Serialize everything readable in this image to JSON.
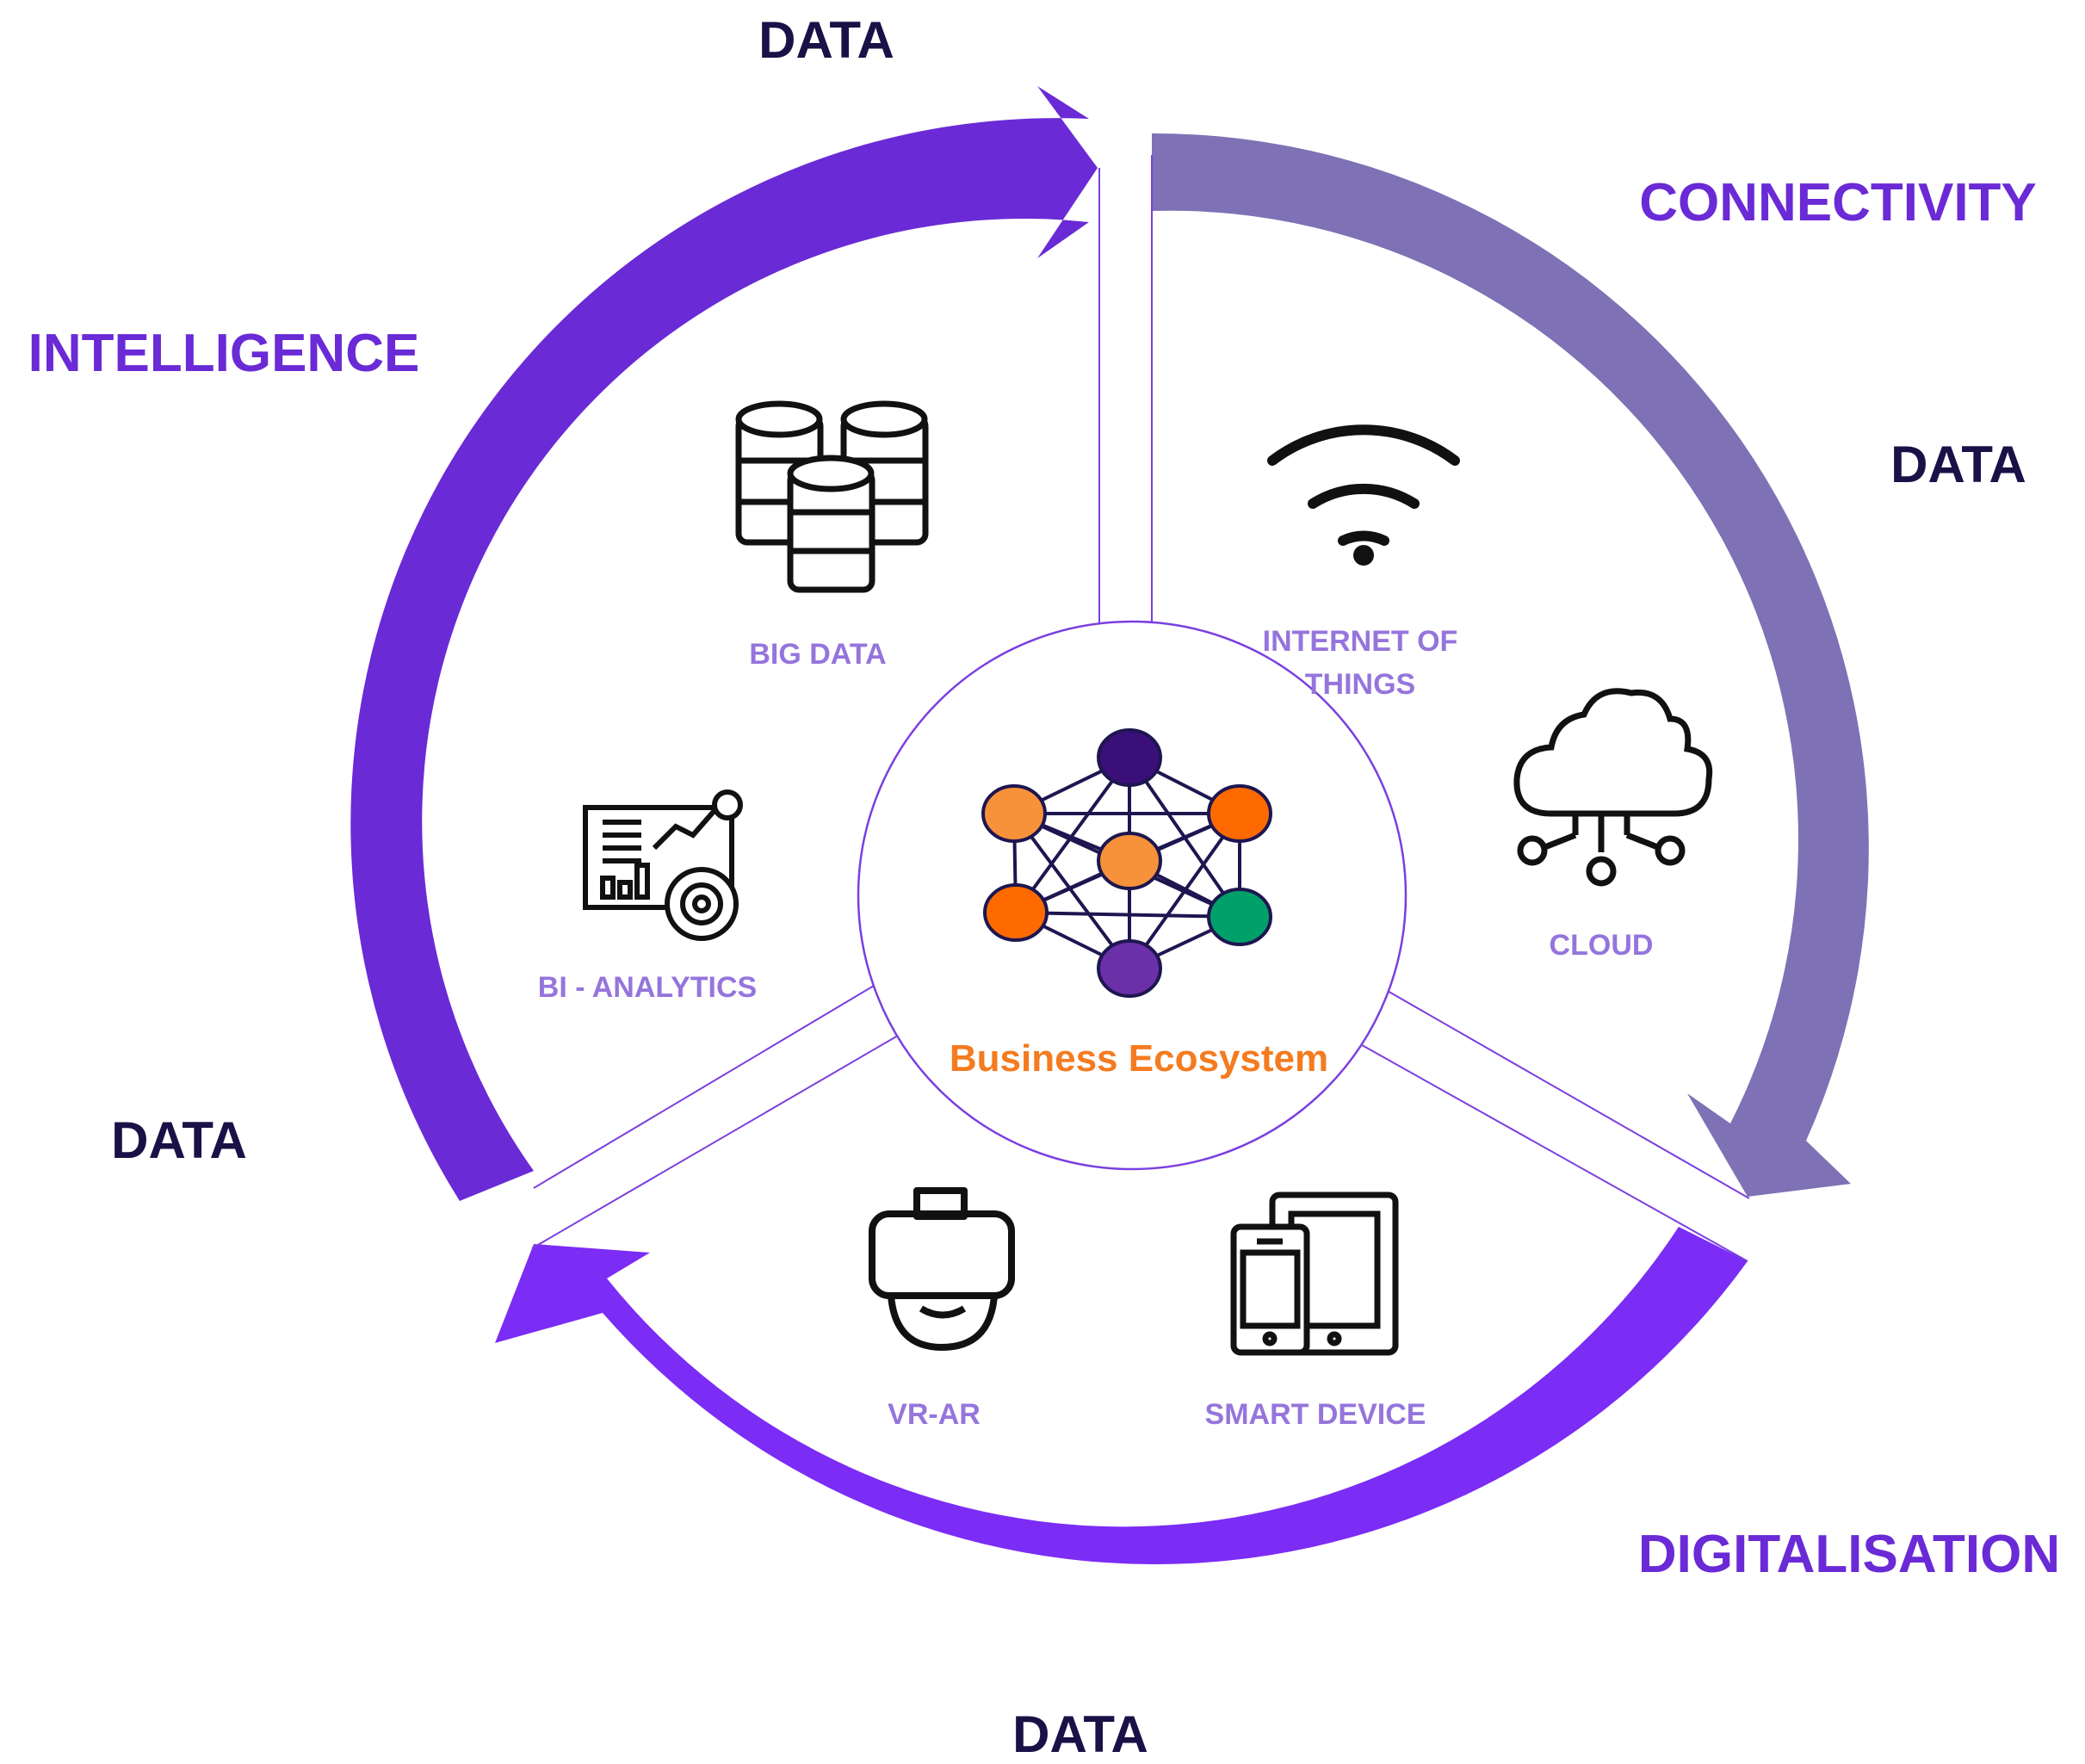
{
  "colors": {
    "intelligence_arrow": "#6a2ad6",
    "connectivity_arrow": "#7e71b5",
    "digitalisation_arrow": "#7b2cf5",
    "stage_label": "#6a2ad6",
    "data_label": "#1a1147",
    "item_label": "#9575dc",
    "center_label": "#f47b20",
    "divider": "#7a3fe0"
  },
  "data_labels": [
    "DATA",
    "DATA",
    "DATA",
    "DATA"
  ],
  "stages": {
    "intelligence": "INTELLIGENCE",
    "connectivity": "CONNECTIVITY",
    "digitalisation": "DIGITALISATION"
  },
  "items": {
    "big_data": "BIG DATA",
    "bi_analytics": "BI - ANALYTICS",
    "iot_line1": "INTERNET OF",
    "iot_line2": "THINGS",
    "cloud": "CLOUD",
    "vr_ar": "VR-AR",
    "smart_device": "SMART DEVICE"
  },
  "icons": {
    "big_data": "database-icon",
    "bi_analytics": "analytics-dashboard-icon",
    "iot": "wifi-icon",
    "cloud": "cloud-network-icon",
    "vr_ar": "vr-headset-icon",
    "smart_device": "phone-tablet-icon",
    "center": "network-nodes-icon"
  },
  "center": {
    "title": "Business Ecosystem"
  },
  "network_node_colors": [
    "#3a0f78",
    "#f7923a",
    "#ff6a00",
    "#f7923a",
    "#ff6a00",
    "#00a06a",
    "#6b2fa8"
  ]
}
